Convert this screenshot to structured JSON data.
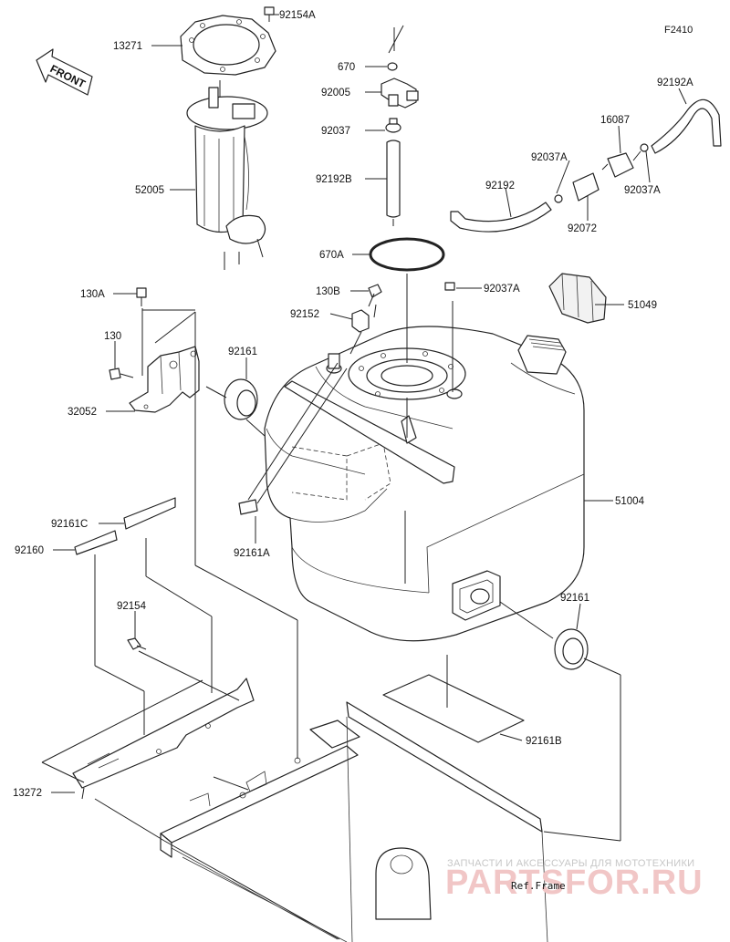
{
  "figure_code": "F2410",
  "front_label": "FRONT",
  "ref_frame": "Ref.Frame",
  "watermark": {
    "subtitle": "ЗАПЧАСТИ И АКСЕССУАРЫ ДЛЯ МОТОТЕХНИКИ",
    "site": "PARTSFOR.RU"
  },
  "callouts": {
    "p13271": "13271",
    "p92154A": "92154A",
    "p670": "670",
    "p92005": "92005",
    "p92037": "92037",
    "p92192B": "92192B",
    "p52005": "52005",
    "p670A": "670A",
    "p92192A": "92192A",
    "p16087": "16087",
    "p92037A_1": "92037A",
    "p92037A_2": "92037A",
    "p92192": "92192",
    "p92072": "92072",
    "p92037A_3": "92037A",
    "p130A": "130A",
    "p130B": "130B",
    "p51049": "51049",
    "p92152": "92152",
    "p130": "130",
    "p92161_1": "92161",
    "p32052": "32052",
    "p51004": "51004",
    "p92161C": "92161C",
    "p92160": "92160",
    "p92161A": "92161A",
    "p92161_2": "92161",
    "p92154": "92154",
    "p92161B": "92161B",
    "p13272": "13272"
  }
}
